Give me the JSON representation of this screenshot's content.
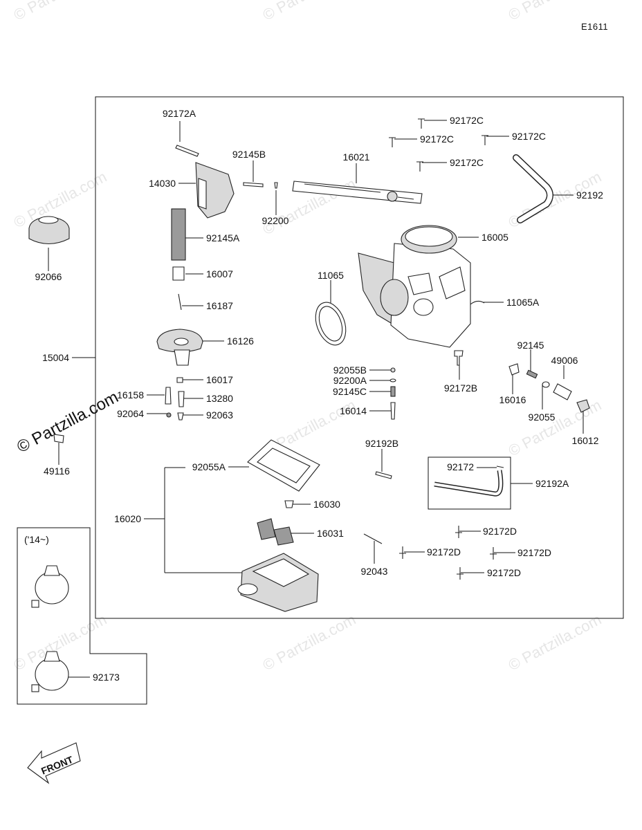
{
  "diagram_id": "E1611",
  "watermark": "© Partzilla.com",
  "since_label": "('14~)",
  "front_label": "FRONT",
  "parts": [
    {
      "key": "p92172A",
      "num": "92172A"
    },
    {
      "key": "p92145B",
      "num": "92145B"
    },
    {
      "key": "p14030",
      "num": "14030"
    },
    {
      "key": "p92200",
      "num": "92200"
    },
    {
      "key": "p92145A",
      "num": "92145A"
    },
    {
      "key": "p16007",
      "num": "16007"
    },
    {
      "key": "p16187",
      "num": "16187"
    },
    {
      "key": "p16126",
      "num": "16126"
    },
    {
      "key": "p16017",
      "num": "16017"
    },
    {
      "key": "p16158",
      "num": "16158"
    },
    {
      "key": "p13280",
      "num": "13280"
    },
    {
      "key": "p92064",
      "num": "92064"
    },
    {
      "key": "p92063",
      "num": "92063"
    },
    {
      "key": "p92066",
      "num": "92066"
    },
    {
      "key": "p15004",
      "num": "15004"
    },
    {
      "key": "p49116",
      "num": "49116"
    },
    {
      "key": "p92172C_1",
      "num": "92172C"
    },
    {
      "key": "p92172C_2",
      "num": "92172C"
    },
    {
      "key": "p92172C_3",
      "num": "92172C"
    },
    {
      "key": "p92172C_4",
      "num": "92172C"
    },
    {
      "key": "p16021",
      "num": "16021"
    },
    {
      "key": "p92192",
      "num": "92192"
    },
    {
      "key": "p16005",
      "num": "16005"
    },
    {
      "key": "p11065",
      "num": "11065"
    },
    {
      "key": "p11065A",
      "num": "11065A"
    },
    {
      "key": "p92055B",
      "num": "92055B"
    },
    {
      "key": "p92200A",
      "num": "92200A"
    },
    {
      "key": "p92145C",
      "num": "92145C"
    },
    {
      "key": "p16014",
      "num": "16014"
    },
    {
      "key": "p92172B",
      "num": "92172B"
    },
    {
      "key": "p92145",
      "num": "92145"
    },
    {
      "key": "p49006",
      "num": "49006"
    },
    {
      "key": "p16016",
      "num": "16016"
    },
    {
      "key": "p92055",
      "num": "92055"
    },
    {
      "key": "p16012",
      "num": "16012"
    },
    {
      "key": "p92192B",
      "num": "92192B"
    },
    {
      "key": "p92172",
      "num": "92172"
    },
    {
      "key": "p92192A",
      "num": "92192A"
    },
    {
      "key": "p92055A",
      "num": "92055A"
    },
    {
      "key": "p16030",
      "num": "16030"
    },
    {
      "key": "p16020",
      "num": "16020"
    },
    {
      "key": "p16031",
      "num": "16031"
    },
    {
      "key": "p92043",
      "num": "92043"
    },
    {
      "key": "p92172D_1",
      "num": "92172D"
    },
    {
      "key": "p92172D_2",
      "num": "92172D"
    },
    {
      "key": "p92172D_3",
      "num": "92172D"
    },
    {
      "key": "p92172D_4",
      "num": "92172D"
    },
    {
      "key": "p92173",
      "num": "92173"
    }
  ]
}
